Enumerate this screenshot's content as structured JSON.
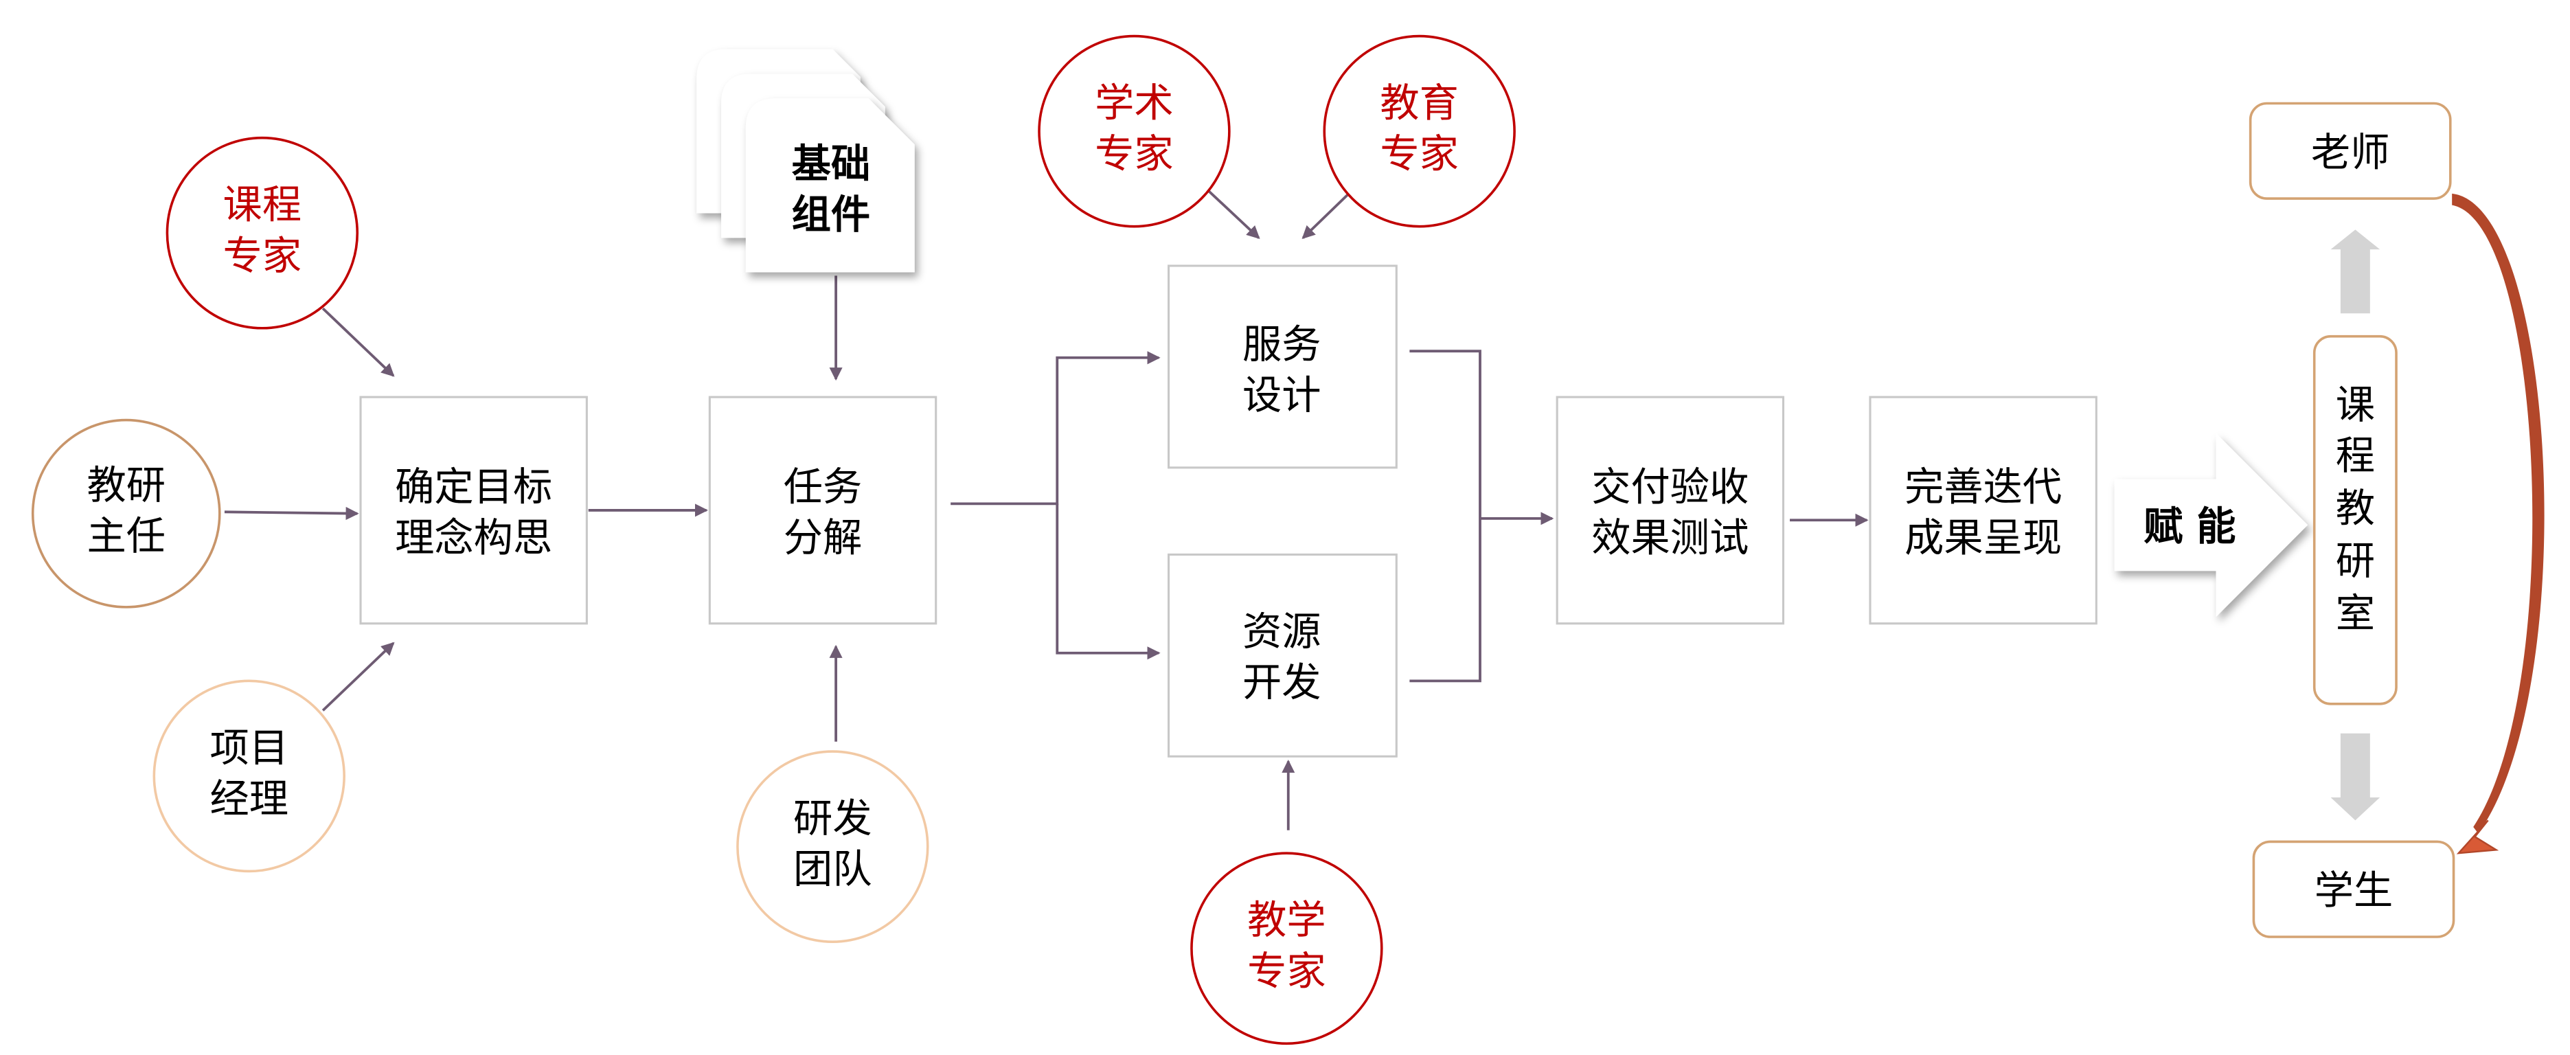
{
  "colors": {
    "expert_red": "#c00000",
    "connector": "#6e5b73",
    "box_border": "#c8c8c8",
    "role_brown": "#c8956a",
    "role_peach": "#f2c9a4",
    "rounded_box_border": "#d4a373",
    "curve_arrow": "#b2472a",
    "gray_arrow": "#d4d4d4"
  },
  "roles": {
    "course_expert": [
      "课程",
      "专家"
    ],
    "teaching_director": [
      "教研",
      "主任"
    ],
    "project_manager": [
      "项目",
      "经理"
    ],
    "dev_team": [
      "研发",
      "团队"
    ],
    "academic_expert": [
      "学术",
      "专家"
    ],
    "education_expert": [
      "教育",
      "专家"
    ],
    "teaching_expert": [
      "教学",
      "专家"
    ]
  },
  "base_components": [
    "基础",
    "组件"
  ],
  "steps": {
    "goal": [
      "确定目标",
      "理念构思"
    ],
    "task": [
      "任务",
      "分解"
    ],
    "service": [
      "服务",
      "设计"
    ],
    "resource": [
      "资源",
      "开发"
    ],
    "delivery": [
      "交付验收",
      "效果测试"
    ],
    "iterate": [
      "完善迭代",
      "成果呈现"
    ]
  },
  "empower": "赋 能",
  "office": [
    "课",
    "程",
    "教",
    "研",
    "室"
  ],
  "teacher": "老师",
  "student": "学生"
}
